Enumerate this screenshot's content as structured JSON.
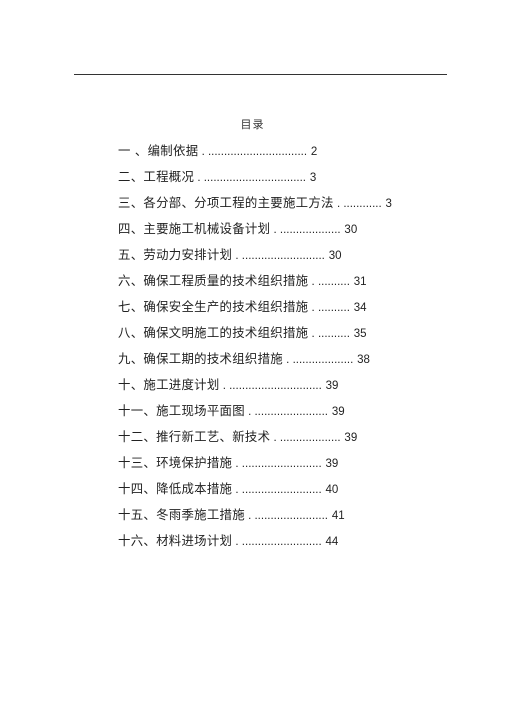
{
  "toc": {
    "title": "目录",
    "entries": [
      {
        "label": "一 、编制依据",
        "dots": " . ...............................",
        "page": "2"
      },
      {
        "label": "二、工程概况",
        "dots": " . ................................",
        "page": "3"
      },
      {
        "label": "三、各分部、分项工程的主要施工方法",
        "dots": " . ............",
        "page": "3"
      },
      {
        "label": "四、主要施工机械设备计划",
        "dots": " . ...................",
        "page": "30"
      },
      {
        "label": "五、劳动力安排计划",
        "dots": " . ..........................",
        "page": "30"
      },
      {
        "label": "六、确保工程质量的技术组织措施",
        "dots": "      . ..........",
        "page": "31"
      },
      {
        "label": "七、确保安全生产的技术组织措施",
        "dots": "      . ..........",
        "page": "34"
      },
      {
        "label": "八、确保文明施工的技术组织措施",
        "dots": "      . ..........",
        "page": "35"
      },
      {
        "label": "九、确保工期的技术组织措施",
        "dots": " . ...................",
        "page": "38"
      },
      {
        "label": "十、施工进度计划",
        "dots": " . .............................",
        "page": "39"
      },
      {
        "label": "十一、施工现场平面图",
        "dots": " . .......................",
        "page": "39"
      },
      {
        "label": "十二、推行新工艺、新技术",
        "dots": " . ...................",
        "page": "39"
      },
      {
        "label": "十三、环境保护措施",
        "dots": " . .........................",
        "page": "39"
      },
      {
        "label": "十四、降低成本措施",
        "dots": " . .........................",
        "page": "40"
      },
      {
        "label": "十五、冬雨季施工措施",
        "dots": " . .......................",
        "page": "41"
      },
      {
        "label": "十六、材料进场计划",
        "dots": " . .........................",
        "page": "44"
      }
    ]
  }
}
